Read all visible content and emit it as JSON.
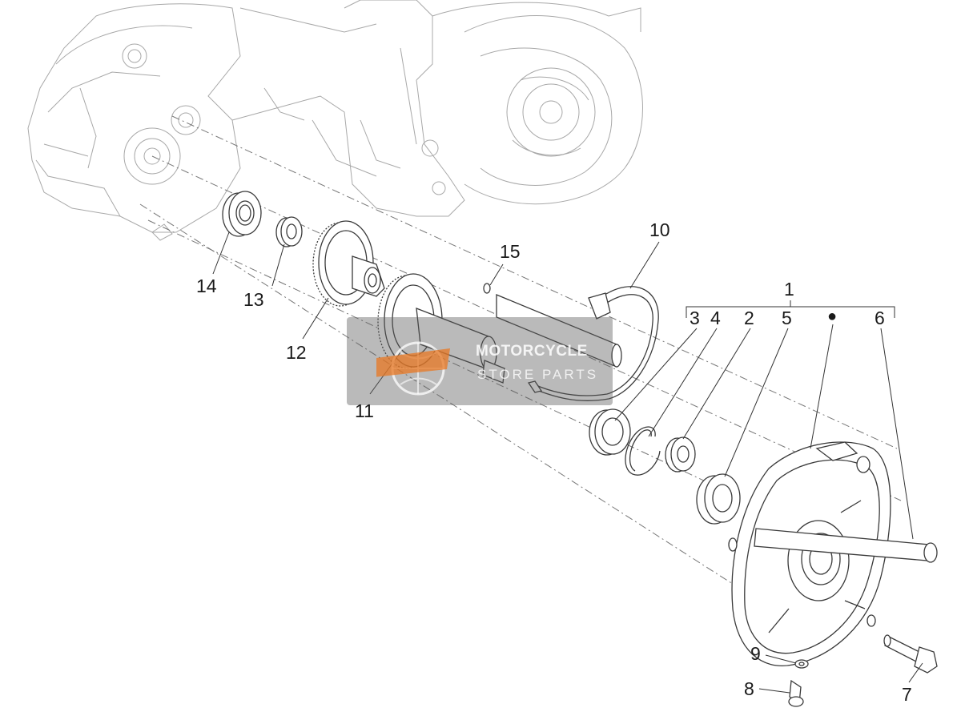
{
  "diagram": {
    "callouts": [
      {
        "id": "1",
        "label": "1"
      },
      {
        "id": "2",
        "label": "2"
      },
      {
        "id": "3",
        "label": "3"
      },
      {
        "id": "4",
        "label": "4"
      },
      {
        "id": "5",
        "label": "5"
      },
      {
        "id": "6",
        "label": "6"
      },
      {
        "id": "7",
        "label": "7"
      },
      {
        "id": "8",
        "label": "8"
      },
      {
        "id": "9",
        "label": "9"
      },
      {
        "id": "10",
        "label": "10"
      },
      {
        "id": "11",
        "label": "11"
      },
      {
        "id": "12",
        "label": "12"
      },
      {
        "id": "13",
        "label": "13"
      },
      {
        "id": "14",
        "label": "14"
      },
      {
        "id": "15",
        "label": "15"
      }
    ],
    "kit_marker": "●"
  },
  "watermark": {
    "line1": "MOTORCYCLE",
    "line2": "STORE PARTS"
  },
  "colors": {
    "line": "#3a3a3a",
    "ghost_engine": "#a8a8a8",
    "watermark_bg": "#5a5a5a",
    "logo_orange": "#e87722"
  }
}
